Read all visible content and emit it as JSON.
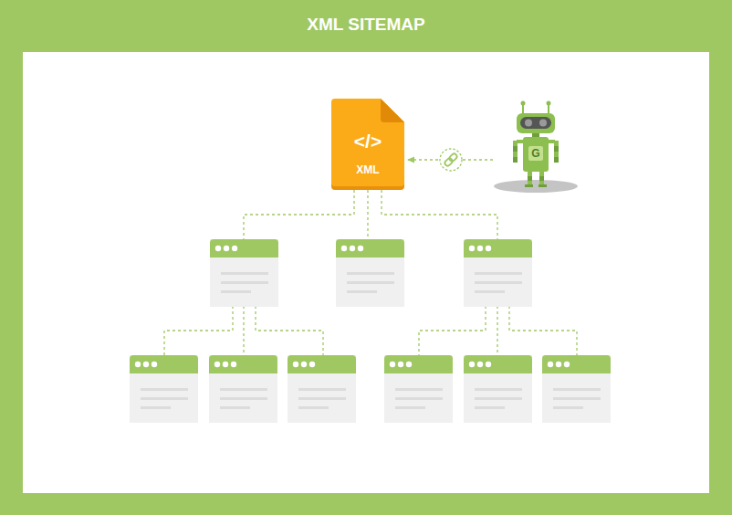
{
  "diagram": {
    "title": "XML SITEMAP",
    "nodes": [
      {
        "text": [
          "</>",
          "XML"
        ]
      },
      {
        "text": [
          "G"
        ]
      }
    ],
    "edges": [
      {
        "from": 1,
        "to": 0,
        "arrow": "to"
      }
    ]
  }
}
